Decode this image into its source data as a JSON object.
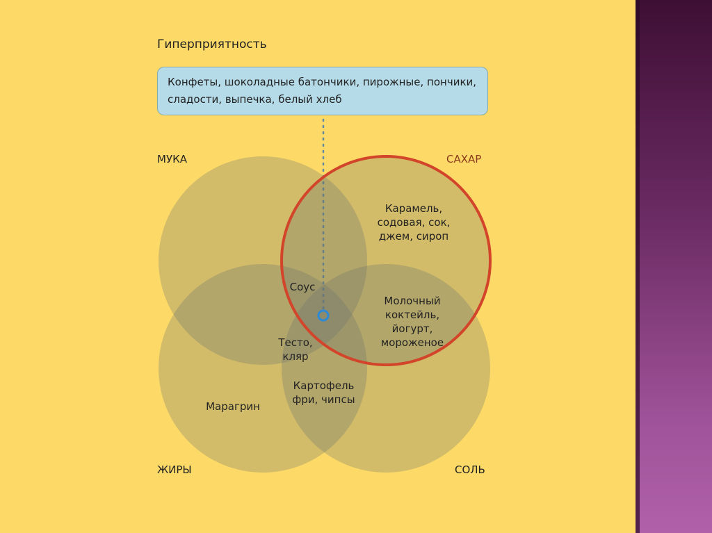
{
  "title": "Гиперприятность",
  "summary_box": "Конфеты, шоколадные батончики, пирожные, пончики, сладости, выпечка, белый хлеб",
  "sets": {
    "flour": "МУКА",
    "sugar": "САХАР",
    "fats": "ЖИРЫ",
    "salt": "СОЛЬ"
  },
  "regions": {
    "sugar": "Карамель, содовая, сок, джем, сироп",
    "flour_sugar_fat": "Соус",
    "sugar_salt": "Молочный коктейль, йогурт, мороженое",
    "flour_fat": "Тесто, кляр",
    "fat_salt": "Картофель фри, чипсы",
    "fat": "Марагрин"
  },
  "colors": {
    "background": "#fdda67",
    "highlight_ring": "#d2452a",
    "sugar_label": "#8a3a1a",
    "center_marker": "#2b8ad8",
    "box": "#b6dbe8"
  }
}
